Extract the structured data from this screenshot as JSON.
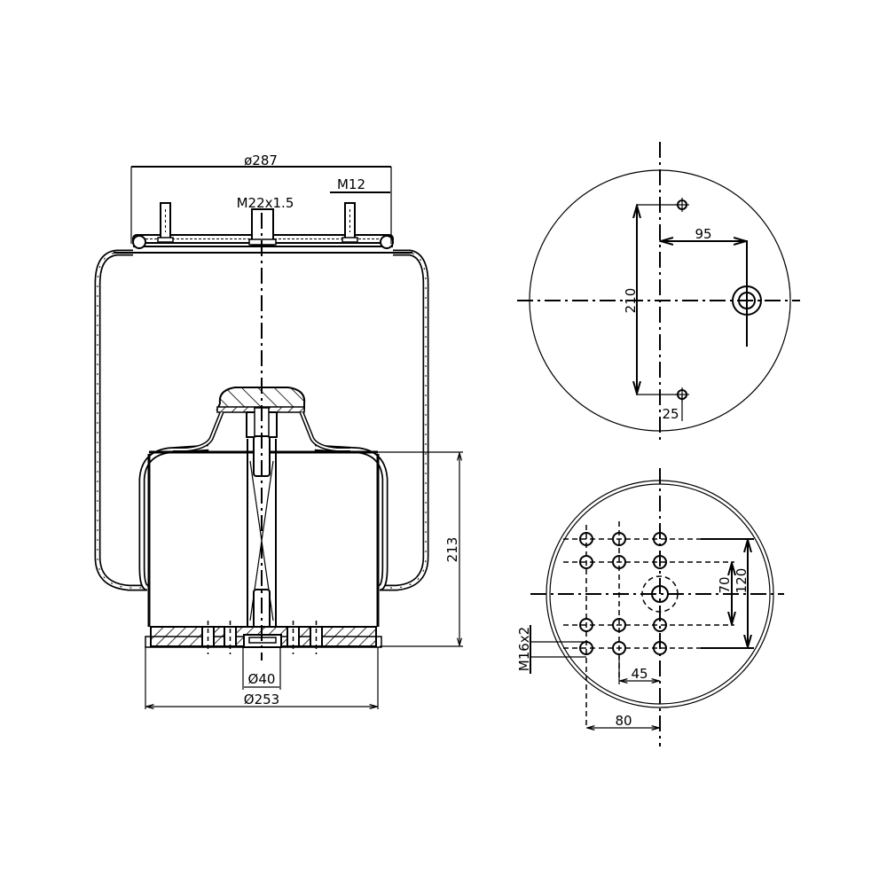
{
  "drawing": {
    "title": "Air spring technical drawing",
    "side_view": {
      "top_plate_diameter": "ø287",
      "center_thread": "M22x1.5",
      "stud_thread": "M12",
      "height": "213",
      "bottom_center_diameter": "Ø40",
      "piston_diameter": "Ø253"
    },
    "top_view": {
      "stud_spacing": "210",
      "air_inlet_offset": "95",
      "stud_offset": "25"
    },
    "bottom_view": {
      "thread": "M16x2",
      "inner_row_spacing": "70",
      "outer_row_spacing": "120",
      "column_spacing": "45",
      "outer_column_offset": "80"
    }
  }
}
